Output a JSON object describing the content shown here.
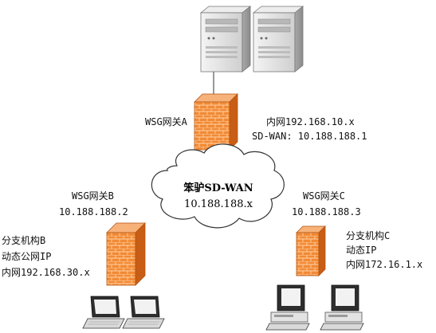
{
  "hq": {
    "gateway_label": "WSG网关A",
    "lan_label": "内网192.168.10.x",
    "sdwan_label": "SD-WAN: 10.188.188.1"
  },
  "cloud": {
    "name": "笨驴SD-WAN",
    "subnet": "10.188.188.x"
  },
  "branch_b": {
    "gateway_label": "WSG网关B",
    "gateway_ip": "10.188.188.2",
    "org": "分支机构B",
    "ip_type": "动态公网IP",
    "lan": "内网192.168.30.x"
  },
  "branch_c": {
    "gateway_label": "WSG网关C",
    "gateway_ip": "10.188.188.3",
    "org": "分支机构C",
    "ip_type": "动态IP",
    "lan": "内网172.16.1.x"
  },
  "colors": {
    "firewall_orange": "#F28A35",
    "firewall_dark": "#C85D15",
    "server_gray": "#D8D8D8",
    "line": "#555555"
  }
}
